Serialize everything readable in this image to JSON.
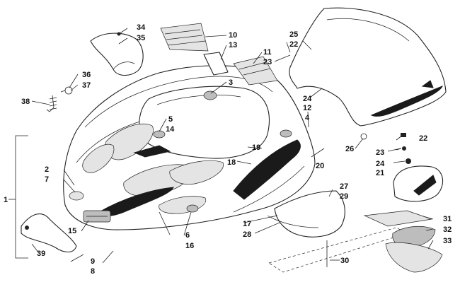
{
  "diagram": {
    "callouts": {
      "c1": "1",
      "c2": "2",
      "c3": "3",
      "c4": "4",
      "c5": "5",
      "c6": "6",
      "c7": "7",
      "c8": "8",
      "c9": "9",
      "c10": "10",
      "c11": "11",
      "c12": "12",
      "c13": "13",
      "c14": "14",
      "c15": "15",
      "c16": "16",
      "c17": "17",
      "c18": "18",
      "c19": "19",
      "c20": "20",
      "c21": "21",
      "c22a": "22",
      "c22b": "22",
      "c23a": "23",
      "c23b": "23",
      "c24a": "24",
      "c24b": "24",
      "c25": "25",
      "c26": "26",
      "c27": "27",
      "c28": "28",
      "c29": "29",
      "c30": "30",
      "c31": "31",
      "c32": "32",
      "c33": "33",
      "c34": "34",
      "c35": "35",
      "c36": "36",
      "c37": "37",
      "c38": "38",
      "c39": "39"
    }
  }
}
